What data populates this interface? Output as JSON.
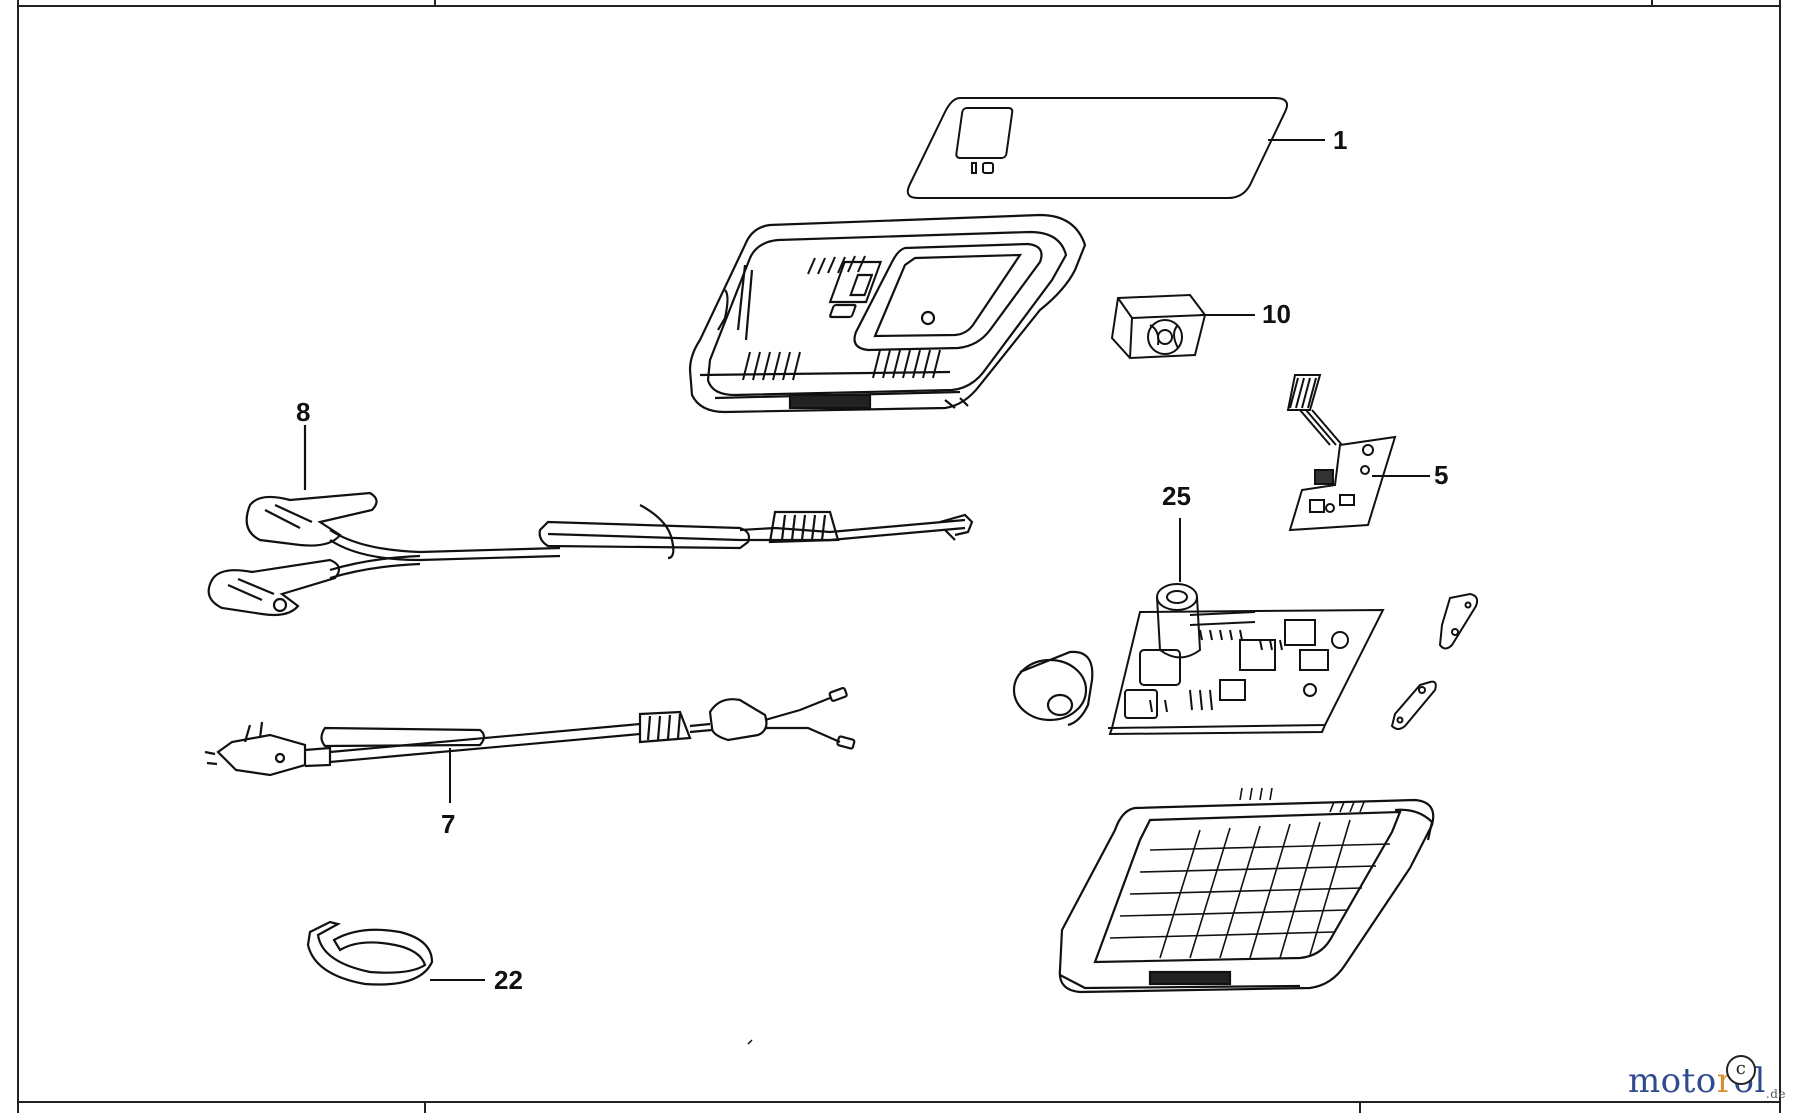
{
  "callouts": {
    "c1": "1",
    "c10": "10",
    "c5": "5",
    "c8": "8",
    "c25": "25",
    "c7": "7",
    "c22": "22"
  },
  "parts": {
    "label_sticker": "label-sticker",
    "top_cover": "top-cover",
    "fan": "fan",
    "display_pcb": "display-pcb",
    "clamp_cable": "clamp-cable",
    "main_pcb": "main-pcb",
    "mains_cable": "mains-cable",
    "cable_clip": "cable-clip",
    "base_housing": "base-housing"
  },
  "watermark": {
    "brand_a": "moto",
    "brand_b": "r",
    "brand_c": "ol",
    "tld": ".de",
    "copyright": "c"
  },
  "colors": {
    "line": "#111111",
    "watermark_blue": "#2f4b8e",
    "watermark_orange": "#d98d2f"
  }
}
